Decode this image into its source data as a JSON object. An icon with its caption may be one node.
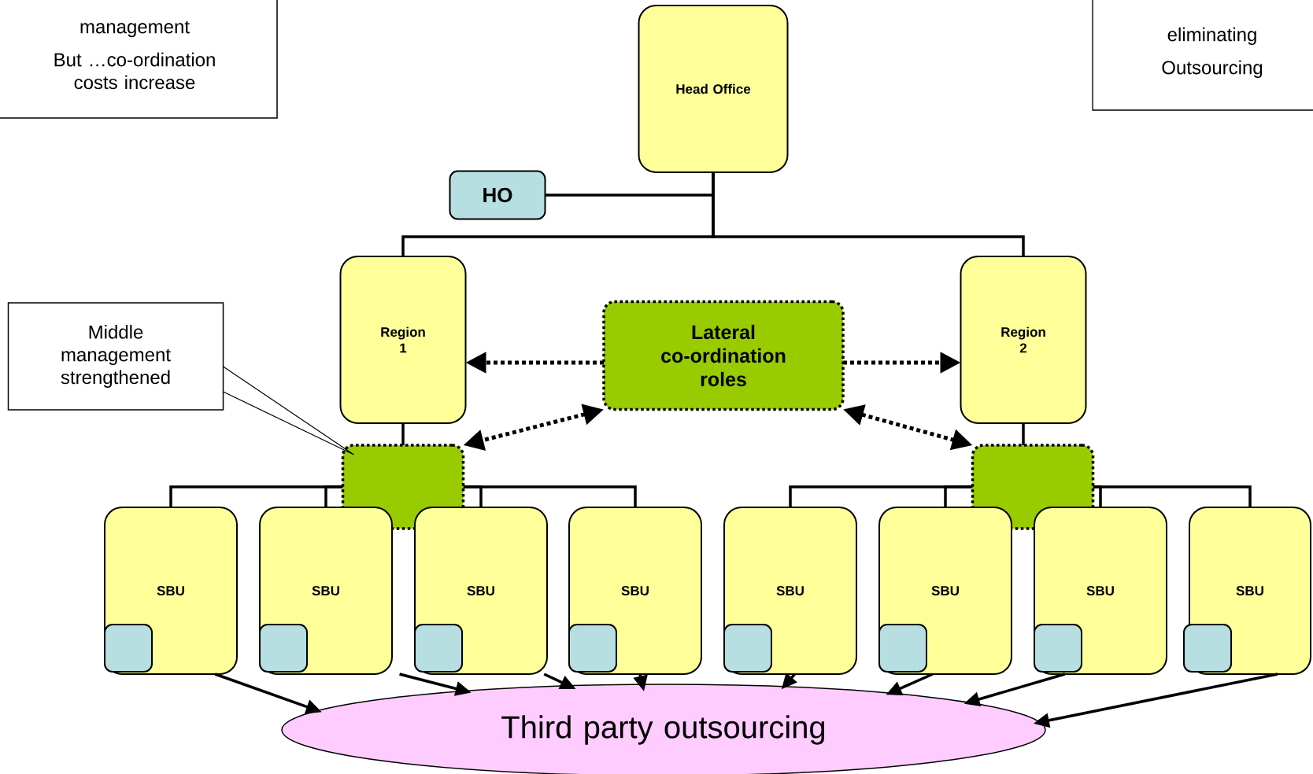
{
  "diagram": {
    "nodes": [
      {
        "text": [
          "management",
          "But …co-ordination costs increase"
        ]
      },
      {
        "text": [
          "Head Office"
        ]
      },
      {
        "text": [
          "eliminating",
          "Outsourcing"
        ]
      },
      {
        "text": [
          "HO"
        ]
      },
      {
        "text": [
          "Region 1"
        ]
      },
      {
        "text": [
          "Lateral co-ordination roles"
        ]
      },
      {
        "text": [
          "Region 2"
        ]
      },
      {
        "text": [
          "Middle management strengthened"
        ]
      },
      {
        "text": [],
        "shape": "box"
      },
      {
        "text": [],
        "shape": "box"
      },
      {
        "text": [
          "SBU"
        ]
      },
      {
        "text": [
          "SBU"
        ]
      },
      {
        "text": [
          "SBU"
        ]
      },
      {
        "text": [
          "SBU"
        ]
      },
      {
        "text": [
          "SBU"
        ]
      },
      {
        "text": [
          "SBU"
        ]
      },
      {
        "text": [
          "SBU"
        ]
      },
      {
        "text": [
          "SBU"
        ]
      },
      {
        "text": [],
        "shape": "box",
        "in": 10
      },
      {
        "text": [],
        "shape": "box",
        "in": 11
      },
      {
        "text": [],
        "shape": "box",
        "in": 12
      },
      {
        "text": [],
        "shape": "box",
        "in": 13
      },
      {
        "text": [],
        "shape": "box",
        "in": 14
      },
      {
        "text": [],
        "shape": "box",
        "in": 15
      },
      {
        "text": [],
        "shape": "box",
        "in": 16
      },
      {
        "text": [],
        "shape": "box",
        "in": 17
      },
      {
        "text": [
          "Third party outsourcing"
        ]
      }
    ],
    "edges": [
      {
        "from": 3,
        "to": 1,
        "arrow": "none"
      },
      {
        "from": 1,
        "to": 4,
        "arrow": "none"
      },
      {
        "from": 1,
        "to": 6,
        "arrow": "none"
      },
      {
        "from": 4,
        "to": 8,
        "arrow": "none"
      },
      {
        "from": 6,
        "to": 9,
        "arrow": "none"
      },
      {
        "from": 8,
        "to": 10,
        "arrow": "none"
      },
      {
        "from": 8,
        "to": 11,
        "arrow": "none"
      },
      {
        "from": 8,
        "to": 12,
        "arrow": "none"
      },
      {
        "from": 8,
        "to": 13,
        "arrow": "none"
      },
      {
        "from": 9,
        "to": 14,
        "arrow": "none"
      },
      {
        "from": 9,
        "to": 15,
        "arrow": "none"
      },
      {
        "from": 9,
        "to": 16,
        "arrow": "none"
      },
      {
        "from": 9,
        "to": 17,
        "arrow": "none"
      },
      {
        "from": 5,
        "to": 4,
        "arrow": "to",
        "style": "dashed"
      },
      {
        "from": 5,
        "to": 6,
        "arrow": "to",
        "style": "dashed"
      },
      {
        "from": 5,
        "to": 8,
        "arrow": "both",
        "style": "dashed"
      },
      {
        "from": 5,
        "to": 9,
        "arrow": "both",
        "style": "dashed"
      },
      {
        "from": 7,
        "to": 8,
        "arrow": "none"
      },
      {
        "from": 10,
        "to": 26,
        "arrow": "to"
      },
      {
        "from": 11,
        "to": 26,
        "arrow": "to"
      },
      {
        "from": 12,
        "to": 26,
        "arrow": "to"
      },
      {
        "from": 13,
        "to": 26,
        "arrow": "to"
      },
      {
        "from": 14,
        "to": 26,
        "arrow": "to"
      },
      {
        "from": 15,
        "to": 26,
        "arrow": "to"
      },
      {
        "from": 16,
        "to": 26,
        "arrow": "to"
      },
      {
        "from": 17,
        "to": 26,
        "arrow": "to"
      }
    ]
  }
}
